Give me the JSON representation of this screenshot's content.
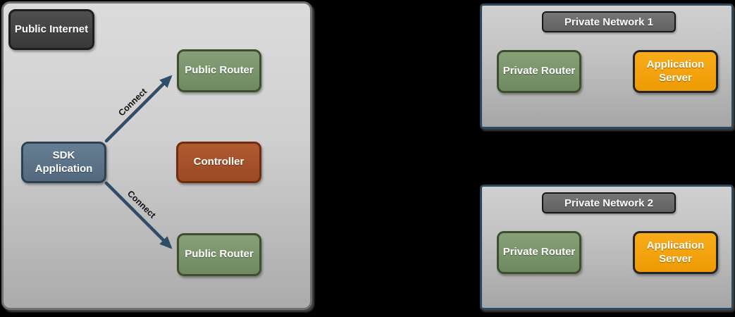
{
  "diagram": {
    "background_color": "#000000",
    "public_zone": {
      "nodes": {
        "public_internet": "Public Internet",
        "public_router_top": "Public Router",
        "sdk_application": "SDK Application",
        "controller": "Controller",
        "public_router_bottom": "Public Router"
      },
      "connections": [
        {
          "label": "Connect",
          "from": "SDK Application",
          "to": "Public Router (top)"
        },
        {
          "label": "Connect",
          "from": "SDK Application",
          "to": "Public Router (bottom)"
        }
      ]
    },
    "private_networks": [
      {
        "title": "Private Network 1",
        "nodes": {
          "private_router": "Private Router",
          "application_server": "Application Server"
        }
      },
      {
        "title": "Private Network 2",
        "nodes": {
          "private_router": "Private Router",
          "application_server": "Application Server"
        }
      }
    ],
    "colors": {
      "zone_panel_border": "#707070",
      "zone_panel_fill_top": "#dcdcdc",
      "zone_panel_fill_bottom": "#ababab",
      "private_panel_border": "#2d495e",
      "title_bar_fill": "#6c6c6c",
      "dark_node_fill": "#424242",
      "green_node_fill": "#7b946d",
      "slate_node_fill": "#5b7287",
      "rust_node_fill": "#a5522b",
      "orange_node_fill": "#f3a30e",
      "arrow_color": "#2f4d68",
      "node_text_color": "#ffffff"
    }
  }
}
